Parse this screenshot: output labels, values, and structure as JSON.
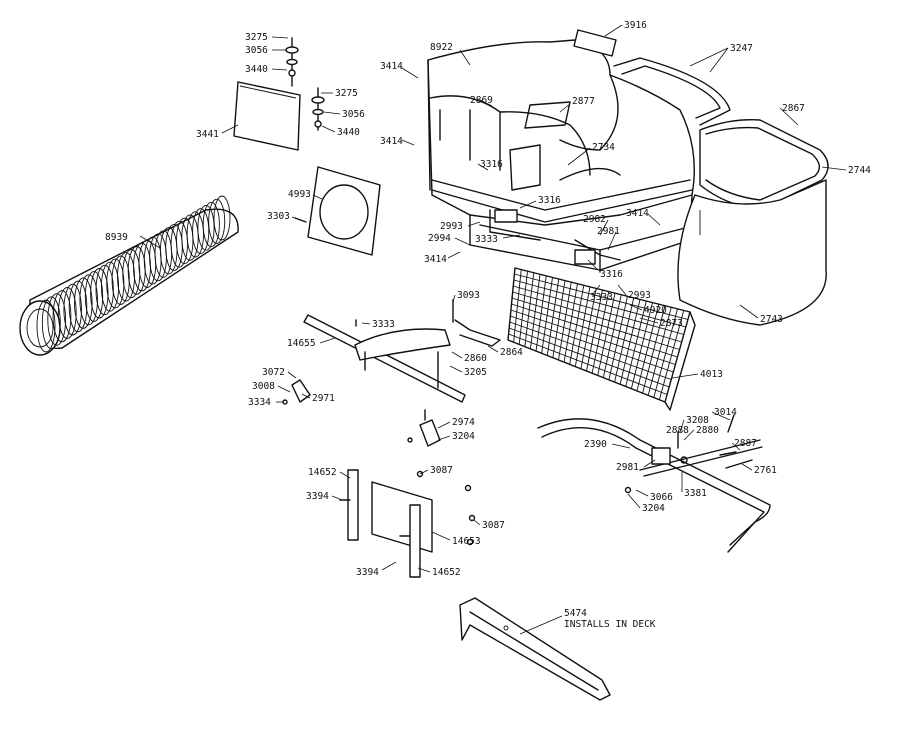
{
  "diagram": {
    "callouts": [
      {
        "id": "c3275a",
        "text": "3275"
      },
      {
        "id": "c3056a",
        "text": "3056"
      },
      {
        "id": "c3440a",
        "text": "3440"
      },
      {
        "id": "c3275b",
        "text": "3275"
      },
      {
        "id": "c3056b",
        "text": "3056"
      },
      {
        "id": "c3440b",
        "text": "3440"
      },
      {
        "id": "c3441",
        "text": "3441"
      },
      {
        "id": "c3414a",
        "text": "3414"
      },
      {
        "id": "c8922",
        "text": "8922"
      },
      {
        "id": "c2869",
        "text": "2869"
      },
      {
        "id": "c2877",
        "text": "2877"
      },
      {
        "id": "c3916",
        "text": "3916"
      },
      {
        "id": "c3247",
        "text": "3247"
      },
      {
        "id": "c2867",
        "text": "2867"
      },
      {
        "id": "c2744",
        "text": "2744"
      },
      {
        "id": "c3414b",
        "text": "3414"
      },
      {
        "id": "c3316a",
        "text": "3316"
      },
      {
        "id": "c2734",
        "text": "2734"
      },
      {
        "id": "c4993",
        "text": "4993"
      },
      {
        "id": "c3303",
        "text": "3303"
      },
      {
        "id": "c8939",
        "text": "8939"
      },
      {
        "id": "c3316b",
        "text": "3316"
      },
      {
        "id": "c2993a",
        "text": "2993"
      },
      {
        "id": "c2994",
        "text": "2994"
      },
      {
        "id": "c3333a",
        "text": "3333"
      },
      {
        "id": "c2982",
        "text": "2982"
      },
      {
        "id": "c2981a",
        "text": "2981"
      },
      {
        "id": "c3414c",
        "text": "3414"
      },
      {
        "id": "c3414d",
        "text": "3414"
      },
      {
        "id": "c3316c",
        "text": "3316"
      },
      {
        "id": "c3333b",
        "text": "3333"
      },
      {
        "id": "c2993b",
        "text": "2993"
      },
      {
        "id": "c2743",
        "text": "2743"
      },
      {
        "id": "c3093",
        "text": "3093"
      },
      {
        "id": "c4920",
        "text": "4920"
      },
      {
        "id": "c2873",
        "text": "2873"
      },
      {
        "id": "c3333c",
        "text": "3333"
      },
      {
        "id": "c14655",
        "text": "14655"
      },
      {
        "id": "c2860",
        "text": "2860"
      },
      {
        "id": "c2864",
        "text": "2864"
      },
      {
        "id": "c3205",
        "text": "3205"
      },
      {
        "id": "c4013",
        "text": "4013"
      },
      {
        "id": "c3072",
        "text": "3072"
      },
      {
        "id": "c3008",
        "text": "3008"
      },
      {
        "id": "c3334",
        "text": "3334"
      },
      {
        "id": "c2971",
        "text": "2971"
      },
      {
        "id": "c2974",
        "text": "2974"
      },
      {
        "id": "c3204a",
        "text": "3204"
      },
      {
        "id": "c3208",
        "text": "3208"
      },
      {
        "id": "c3014",
        "text": "3014"
      },
      {
        "id": "c2888",
        "text": "2888"
      },
      {
        "id": "c2880",
        "text": "2880"
      },
      {
        "id": "c2390",
        "text": "2390"
      },
      {
        "id": "c2887",
        "text": "2887"
      },
      {
        "id": "c2761",
        "text": "2761"
      },
      {
        "id": "c2981b",
        "text": "2981"
      },
      {
        "id": "c3066",
        "text": "3066"
      },
      {
        "id": "c3381",
        "text": "3381"
      },
      {
        "id": "c3204b",
        "text": "3204"
      },
      {
        "id": "c14652a",
        "text": "14652"
      },
      {
        "id": "c3087a",
        "text": "3087"
      },
      {
        "id": "c3394a",
        "text": "3394"
      },
      {
        "id": "c3087b",
        "text": "3087"
      },
      {
        "id": "c14653",
        "text": "14653"
      },
      {
        "id": "c3394b",
        "text": "3394"
      },
      {
        "id": "c14652b",
        "text": "14652"
      },
      {
        "id": "c5474",
        "text": "5474"
      },
      {
        "id": "cInstalls",
        "text": "INSTALLS IN DECK"
      }
    ]
  }
}
